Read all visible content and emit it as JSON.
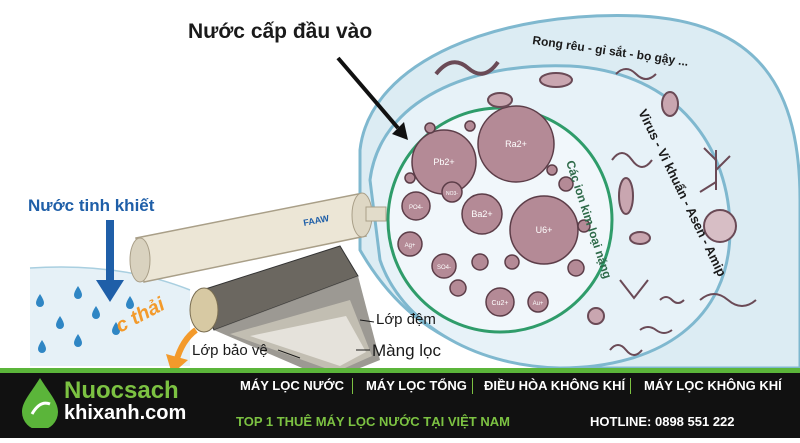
{
  "diagram": {
    "title": "Nước cấp đầu vào",
    "pure_water_label": "Nước tinh khiết",
    "waste_water_label": "c thải",
    "layer_protect": "Lớp bảo vệ",
    "layer_mid": "Lớp đệm",
    "layer_membrane": "Màng lọc",
    "outer_ring_label": "Rong rêu - gỉ sắt - bọ gậy ...",
    "middle_ring_label": "Virus - Vi khuẩn - Asen - Amip",
    "inner_ring_label": "Các ion kim loại nặng",
    "ions": [
      {
        "label": "Pb2+"
      },
      {
        "label": "Ra2+"
      },
      {
        "label": "Ba2+"
      },
      {
        "label": "U6+"
      },
      {
        "label": "PO4-"
      },
      {
        "label": "NO3-"
      },
      {
        "label": "Ag+"
      },
      {
        "label": "SO4-"
      },
      {
        "label": "Cu2+"
      },
      {
        "label": "Au+"
      }
    ],
    "cartridge_brand": "FAAW"
  },
  "colors": {
    "water_blue": "#1f5fa8",
    "ring_fill": "#dcecf3",
    "ring_stroke": "#7fb8cf",
    "ion_fill": "#b48a96",
    "waste_orange": "#f39a2b",
    "brand_green": "#7cc242",
    "band_black": "#111111"
  },
  "header": {
    "logo_line1": "Nuocsach",
    "logo_line2": "khixanh.com",
    "nav": [
      "MÁY LỌC NƯỚC",
      "MÁY LỌC TỔNG",
      "ĐIỀU HÒA KHÔNG KHÍ",
      "MÁY LỌC KHÔNG KHÍ"
    ],
    "slogan": "TOP 1 THUÊ MÁY LỌC NƯỚC TẠI VIỆT NAM",
    "hotline": "HOTLINE: 0898 551 222"
  }
}
